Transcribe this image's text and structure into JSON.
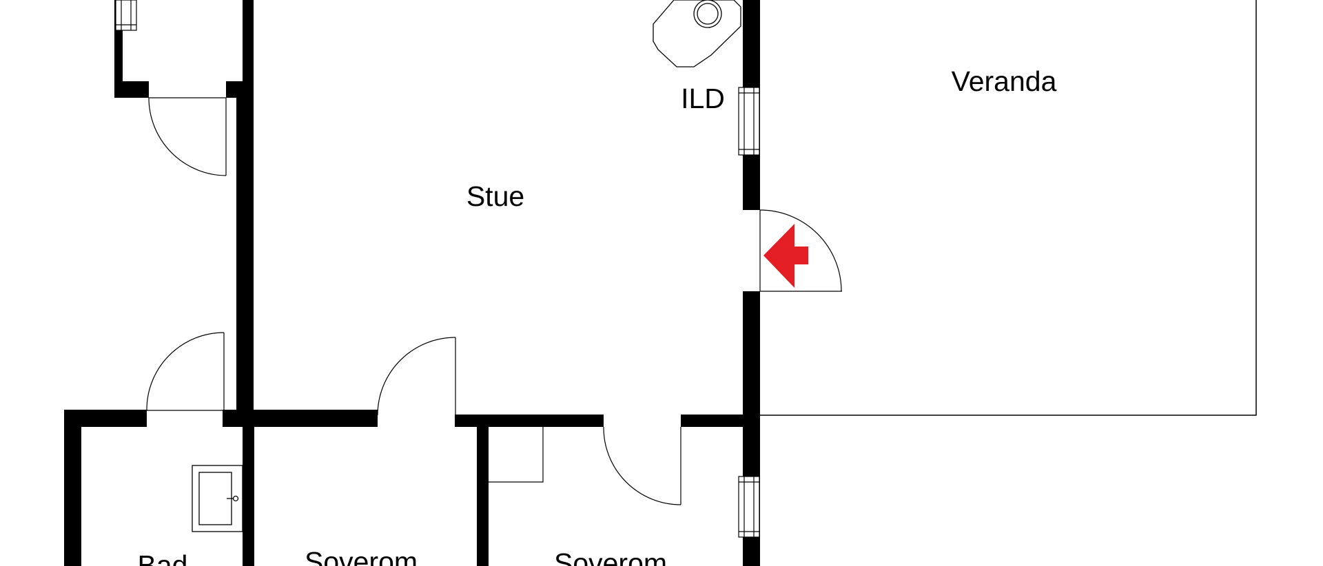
{
  "floorplan": {
    "rooms": {
      "stue": "Stue",
      "veranda": "Veranda",
      "ild": "ILD",
      "bad": "Bad",
      "soverom_1": "Soverom",
      "soverom_2": "Soverom"
    },
    "entrance_marker": {
      "icon": "entrance-arrow-icon",
      "color": "#e31e24"
    },
    "colors": {
      "wall": "#000000",
      "background": "#ffffff"
    }
  }
}
